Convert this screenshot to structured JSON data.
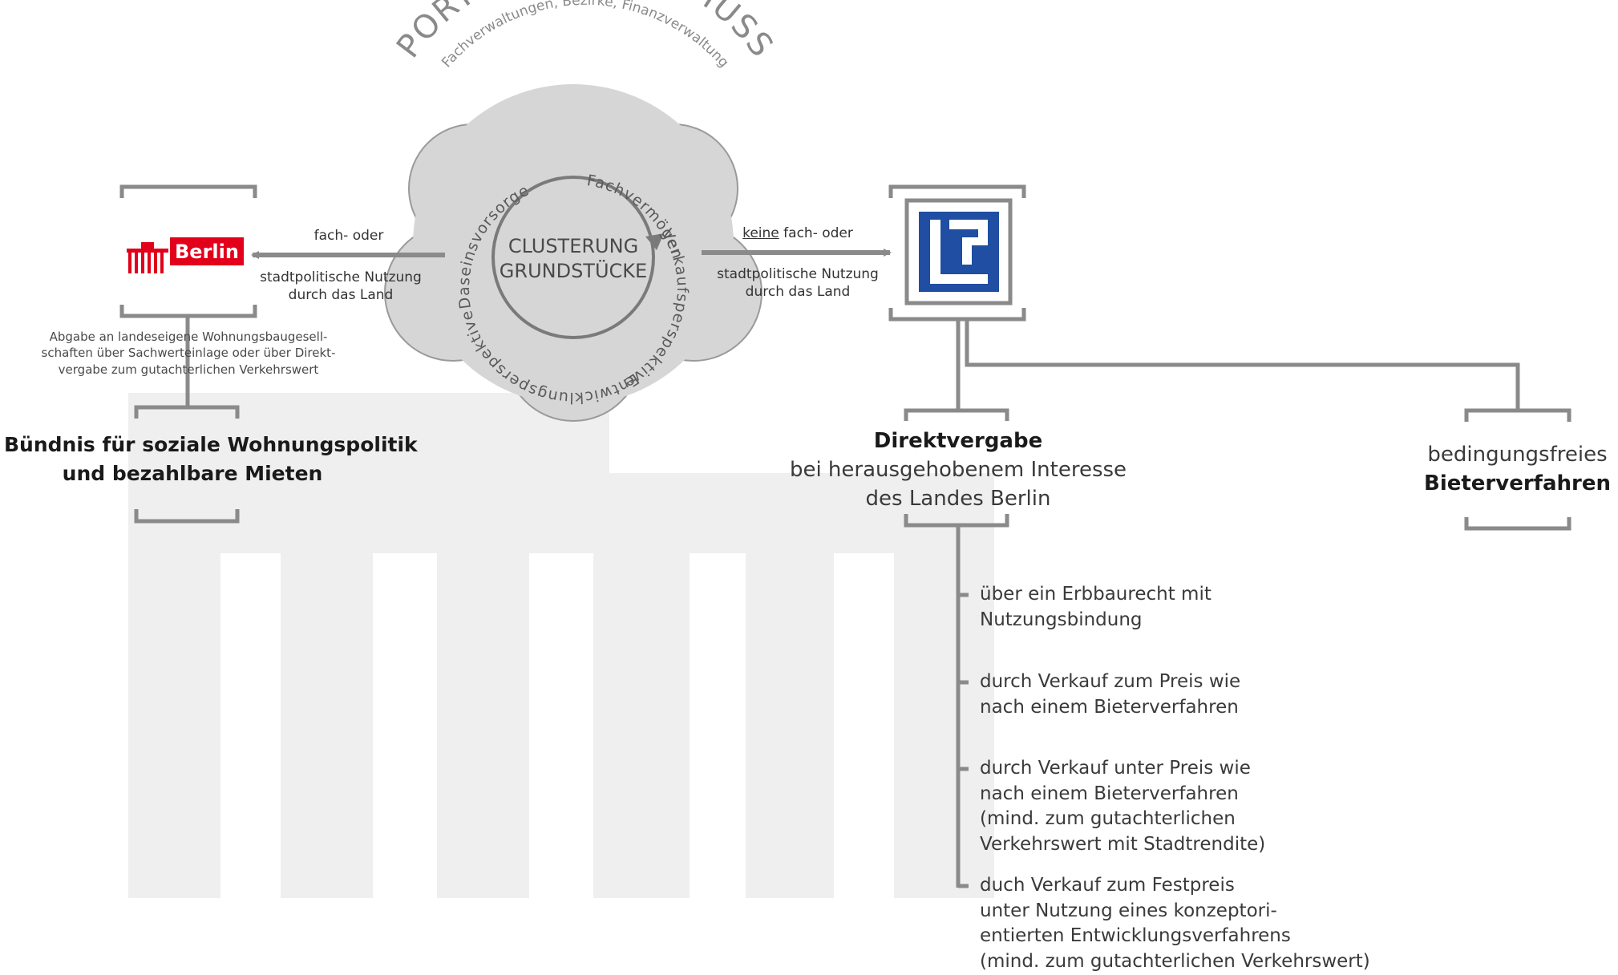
{
  "portfolio": {
    "title": "PORTFOLIOAUSSCHUSS",
    "subtitle": "Fachverwaltungen, Bezirke, Finanzverwaltung"
  },
  "cluster": {
    "center_line1": "CLUSTERUNG",
    "center_line2": "GRUNDSTÜCKE",
    "ring_texts": [
      "Fachvermögen",
      "Verkaufsperspektive",
      "Entwicklungsperspektive",
      "Daseinsvorsorge"
    ]
  },
  "left_arrow": {
    "line1": "fach- oder",
    "line2": "stadtpolitische Nutzung",
    "line3": "durch das Land"
  },
  "right_arrow": {
    "underlined": "keine",
    "line1_rest": " fach- oder",
    "line2": "stadtpolitische Nutzung",
    "line3": "durch das Land"
  },
  "berlin_logo": {
    "text": "Berlin"
  },
  "abgabe": {
    "line1": "Abgabe an landeseigene Wohnungsbaugesell-",
    "line2": "schaften über Sachwerteinlage oder über Direkt-",
    "line3": "vergabe zum gutachterlichen Verkehrswert"
  },
  "buendnis": {
    "line1": "Bündnis für soziale Wohnungspolitik",
    "line2": "und bezahlbare Mieten"
  },
  "direktvergabe": {
    "title": "Direktvergabe",
    "line2": "bei herausgehobenem Interesse",
    "line3": "des Landes Berlin"
  },
  "bieter": {
    "line1": "bedingungsfreies",
    "line2": "Bieterverfahren"
  },
  "options": [
    {
      "lines": [
        "über ein Erbbaurecht mit",
        "Nutzungsbindung"
      ]
    },
    {
      "lines": [
        "durch Verkauf zum  Preis wie",
        "nach einem Bieterverfahren"
      ]
    },
    {
      "lines": [
        "durch Verkauf unter Preis wie",
        "nach einem Bieterverfahren",
        "(mind. zum gutachterlichen",
        "Verkehrswert mit Stadtrendite)"
      ]
    },
    {
      "lines": [
        "duch Verkauf zum Festpreis",
        "unter Nutzung eines konzeptori-",
        "entierten Entwicklungsverfahrens",
        "(mind. zum gutachterlichen Verkehrswert)"
      ]
    }
  ],
  "colors": {
    "line_gray": "#8a8a8a",
    "cloud_fill": "#d6d6d6",
    "background_gate": "#efefef",
    "berlin_red": "#e2001a",
    "bim_blue": "#1f4ea3"
  }
}
